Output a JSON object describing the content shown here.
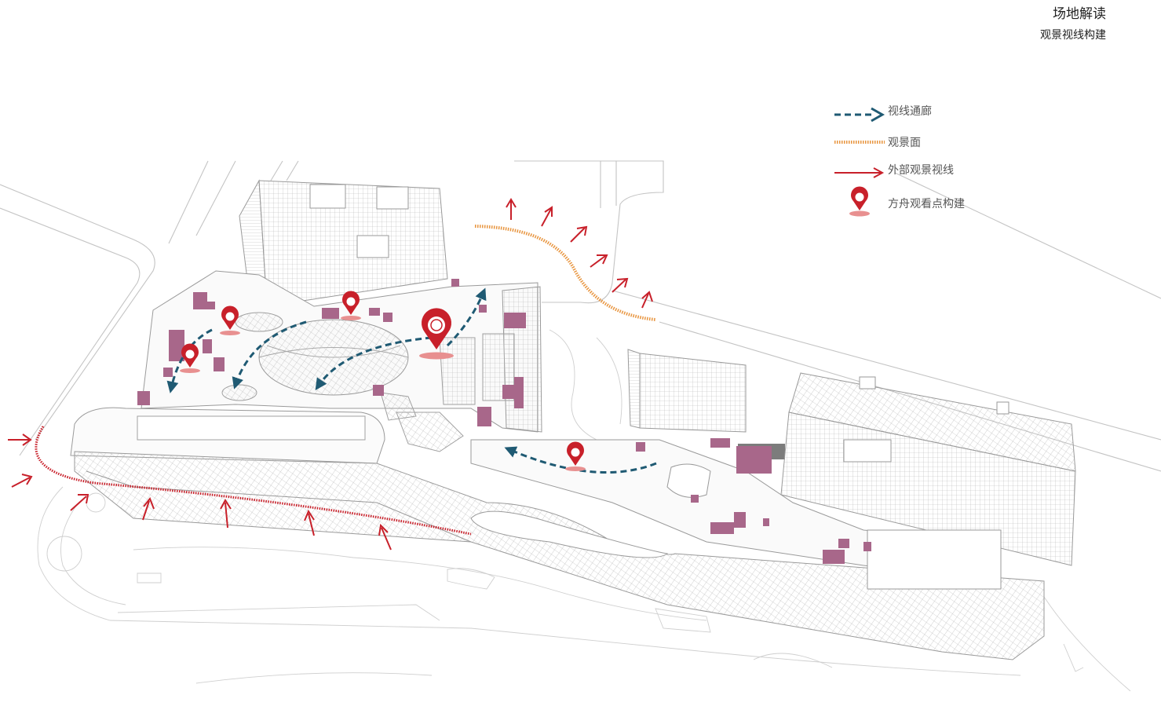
{
  "header": {
    "title": "场地解读",
    "subtitle": "观景视线构建"
  },
  "legend": {
    "items": [
      {
        "label": "视线通廊",
        "symbol": "dashed-arrow"
      },
      {
        "label": "观景面",
        "symbol": "dotted-orange-line"
      },
      {
        "label": "外部观景视线",
        "symbol": "red-arrow"
      },
      {
        "label": "方舟观看点构建",
        "symbol": "map-pin"
      }
    ]
  },
  "colors": {
    "sightline": "#1f5a73",
    "view_face": "#e8953f",
    "external_view": "#c8202a",
    "pin": "#c8202a",
    "pin_shadow": "#e89090",
    "plaza_blocks": "#a8678a",
    "linework": "#bdbdbd",
    "building_line": "#9a9a9a"
  }
}
